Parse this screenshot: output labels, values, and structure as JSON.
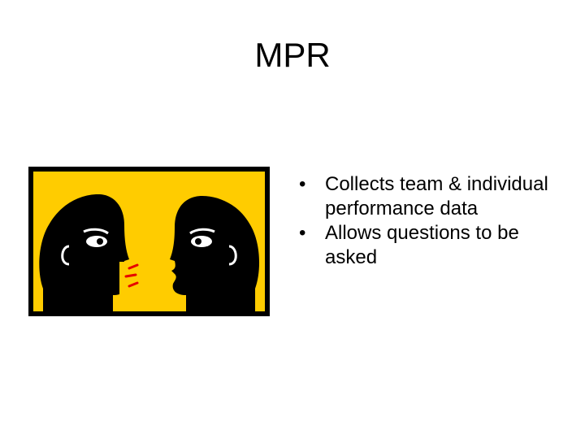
{
  "slide": {
    "title": "MPR",
    "bullets": [
      {
        "marker": "•",
        "text": "Collects team & individual performance data"
      },
      {
        "marker": "•",
        "text": "Allows questions to be asked"
      }
    ]
  },
  "image": {
    "icon": "two-heads-talking-icon",
    "colors": {
      "background": "#FFCC00",
      "silhouette": "#000000",
      "eyes": "#FFFFFF",
      "sound_marks": "#E60000"
    }
  }
}
